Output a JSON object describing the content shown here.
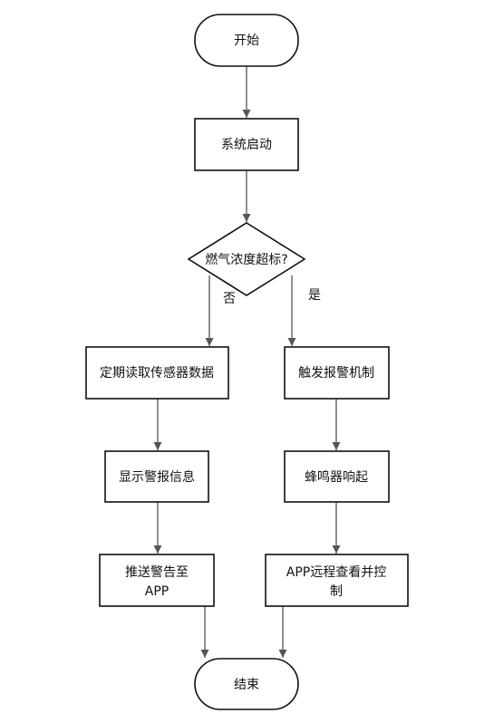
{
  "diagram": {
    "nodes": {
      "start": "开始",
      "system_start": "系统启动",
      "gas_check": "燃气浓度超标?",
      "read_sensors": "定期读取传感器数据",
      "show_alarm_info": "显示警报信息",
      "push_alert_line1": "推送警告至",
      "push_alert_line2": "APP",
      "trigger_alarm": "触发报警机制",
      "buzzer": "蜂鸣器响起",
      "remote_control_line1": "APP远程查看并控",
      "remote_control_line2": "制",
      "end": "结束"
    },
    "edge_labels": {
      "no": "否",
      "yes": "是"
    },
    "colors": {
      "stroke": "#111111",
      "edge": "#555555",
      "background": "#ffffff"
    }
  }
}
